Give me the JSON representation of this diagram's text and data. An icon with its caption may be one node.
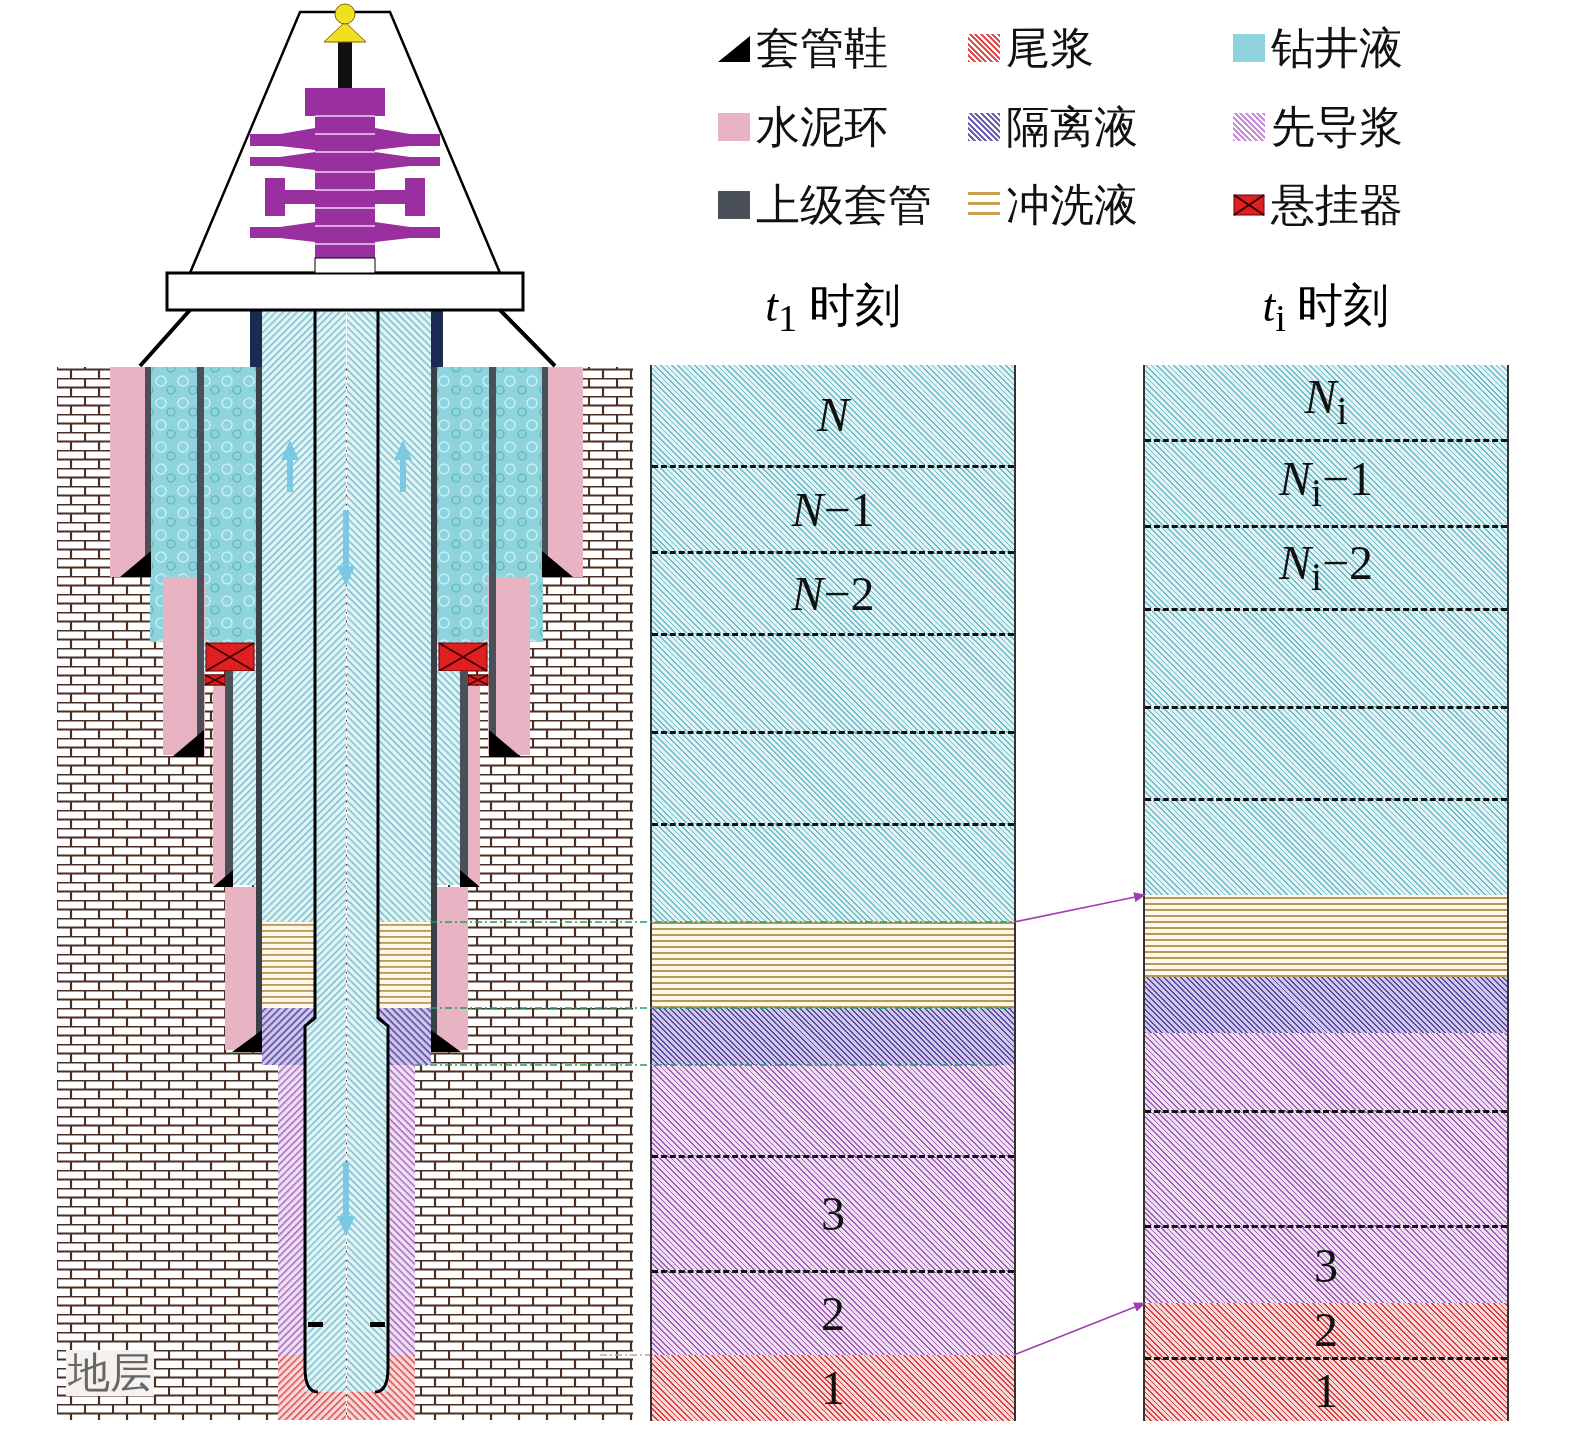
{
  "diagram": {
    "nodes": [
      {
        "text": [
          "*t*$_{1}$ 时刻"
        ]
      },
      {
        "text": [
          "*N*"
        ],
        "in": 0
      },
      {
        "text": [
          "*N*−1"
        ],
        "in": 0
      },
      {
        "text": [
          "*N*−2"
        ],
        "in": 0
      },
      {
        "text": [],
        "shape": "band",
        "in": 0
      },
      {
        "text": [],
        "shape": "band",
        "in": 0
      },
      {
        "text": [],
        "shape": "band",
        "in": 0
      },
      {
        "text": [],
        "shape": "band",
        "in": 0
      },
      {
        "text": [],
        "shape": "band",
        "in": 0
      },
      {
        "text": [],
        "shape": "band",
        "in": 0
      },
      {
        "text": [
          "3"
        ],
        "in": 0
      },
      {
        "text": [
          "2"
        ],
        "in": 0
      },
      {
        "text": [
          "1"
        ],
        "in": 0
      },
      {
        "text": [
          "*t*$_{i}$ 时刻"
        ]
      },
      {
        "text": [
          "*N*$_{i}$"
        ],
        "in": 13
      },
      {
        "text": [
          "*N*$_{i}$−1"
        ],
        "in": 13
      },
      {
        "text": [
          "*N*$_{i}$−2"
        ],
        "in": 13
      },
      {
        "text": [],
        "shape": "band",
        "in": 13
      },
      {
        "text": [],
        "shape": "band",
        "in": 13
      },
      {
        "text": [],
        "shape": "band",
        "in": 13
      },
      {
        "text": [],
        "shape": "band",
        "in": 13
      },
      {
        "text": [],
        "shape": "band",
        "in": 13
      },
      {
        "text": [],
        "shape": "band",
        "in": 13
      },
      {
        "text": [],
        "shape": "band",
        "in": 13
      },
      {
        "text": [
          "3"
        ],
        "in": 13
      },
      {
        "text": [
          "2"
        ],
        "in": 13
      },
      {
        "text": [
          "1"
        ],
        "in": 13
      }
    ],
    "edges": [
      {
        "from": 7,
        "to": 20,
        "arrow": "to"
      },
      {
        "from": 12,
        "to": 25,
        "arrow": "to"
      }
    ],
    "labels": [
      "地层"
    ],
    "legend": [
      {
        "text": "套管鞋"
      },
      {
        "text": "尾浆",
        "color": "#e05050"
      },
      {
        "text": "钻井液",
        "color": "#8fd3dc"
      },
      {
        "text": "水泥环",
        "color": "#e8b4c4"
      },
      {
        "text": "隔离液",
        "color": "#7060b0"
      },
      {
        "text": "先导浆",
        "color": "#c890d8"
      },
      {
        "text": "上级套管",
        "color": "#4a5058"
      },
      {
        "text": "冲洗液",
        "color": "#c8a050"
      },
      {
        "text": "悬挂器"
      }
    ]
  }
}
